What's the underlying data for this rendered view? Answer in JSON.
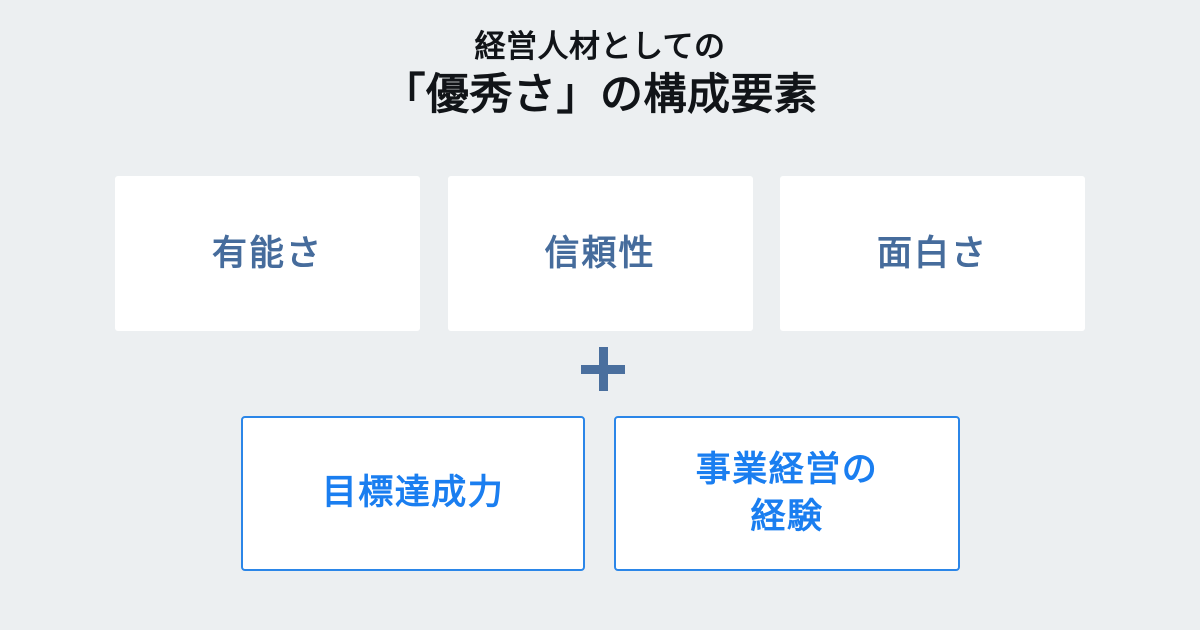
{
  "background_color": "#eceff1",
  "title": {
    "line1": "経営人材としての",
    "line2": "「優秀さ」の構成要素",
    "color": "#111418"
  },
  "top_cards": {
    "text_color": "#466c9c",
    "background_color": "#ffffff",
    "items": [
      {
        "label": "有能さ"
      },
      {
        "label": "信頼性"
      },
      {
        "label": "面白さ"
      }
    ]
  },
  "operator": {
    "symbol": "plus",
    "color": "#4a6f9e"
  },
  "bottom_cards": {
    "text_color": "#1a7ef0",
    "border_color": "#2b86e8",
    "background_color": "#ffffff",
    "items": [
      {
        "label": "目標達成力"
      },
      {
        "label": "事業経営の\n経験"
      }
    ]
  }
}
